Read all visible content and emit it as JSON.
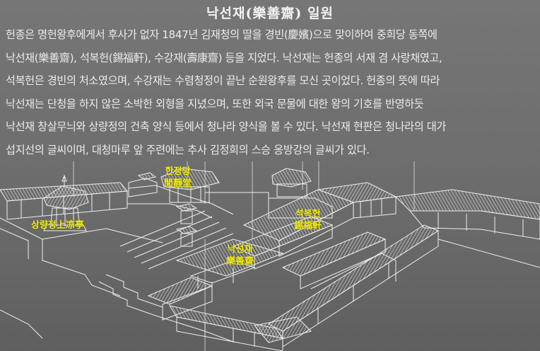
{
  "sign": {
    "title": "낙선재(樂善齋) 일원",
    "paragraph_lines": [
      "헌종은 명헌왕후에게서 후사가 없자 1847년 김재청의 딸을 경빈(慶嬪)으로 맞이하여 중희당 동쪽에",
      "낙선재(樂善齋), 석복헌(錫福軒), 수강재(壽康齋) 등을 지었다. 낙선재는 헌종의 서재 겸 사랑채였고,",
      "석복헌은 경빈의 처소였으며, 수강재는 수렴청정이 끝난 순원왕후를 모신 곳이었다. 헌종의 뜻에 따라",
      "낙선재는 단청을 하지 않은 소박한 외형을 지녔으며, 또한 외국 문물에 대한 왕의 기호를 반영하듯",
      "낙선재 창살무늬와 상량정의 건축 양식 등에서 청나라 양식을 볼 수 있다. 낙선재 현판은 청나라의 대가",
      "섭지선의 글씨이며, 대청마루 앞 주련에는 추사 김정희의 스승 옹방강의 글씨가 있다."
    ]
  },
  "diagram": {
    "labels": {
      "hanjeongdang": {
        "korean": "한정당",
        "hanja": "閒靜堂"
      },
      "sangnyangjeong": {
        "text": "상량정上凉亭"
      },
      "seokbokheon": {
        "korean": "석복헌",
        "hanja": "錫福軒"
      },
      "nakseonjae": {
        "korean": "낙선재",
        "hanja": "樂善齋"
      }
    },
    "colors": {
      "background": "#6e6e6e",
      "line": "#f0f0f0",
      "label": "#f5ef1a",
      "text": "#ececec"
    }
  }
}
